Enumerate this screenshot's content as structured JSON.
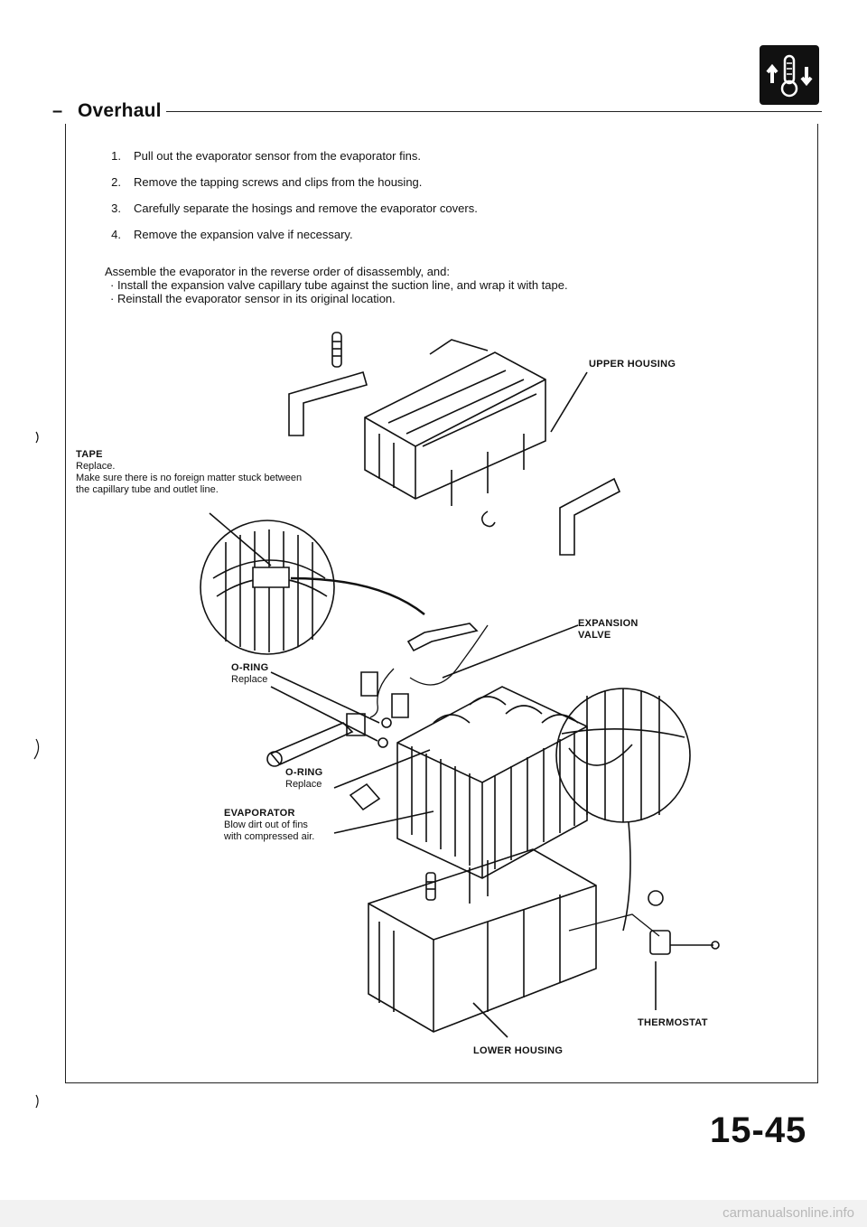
{
  "header": {
    "title": "Overhaul",
    "dash": "–"
  },
  "steps": [
    {
      "num": "1.",
      "text": "Pull out the evaporator sensor from the evaporator fins."
    },
    {
      "num": "2.",
      "text": "Remove the tapping screws and clips from the housing."
    },
    {
      "num": "3.",
      "text": "Carefully separate the hosings and remove the evaporator covers."
    },
    {
      "num": "4.",
      "text": "Remove the expansion valve if necessary."
    }
  ],
  "assembly": {
    "intro": "Assemble the evaporator in the reverse order of disassembly, and:",
    "bullets": [
      "· Install the expansion valve capillary tube against the suction line, and wrap it with tape.",
      "· Reinstall the evaporator sensor in its original location."
    ]
  },
  "labels": {
    "upper_housing": "UPPER HOUSING",
    "tape": {
      "title": "TAPE",
      "line1": "Replace.",
      "line2": "Make sure there is no foreign matter stuck between",
      "line3": "the capillary tube and outlet line."
    },
    "expansion_valve": {
      "line1": "EXPANSION",
      "line2": "VALVE"
    },
    "oring_upper": {
      "title": "O-RING",
      "note": "Replace"
    },
    "oring_lower": {
      "title": "O-RING",
      "note": "Replace"
    },
    "evaporator": {
      "title": "EVAPORATOR",
      "line1": "Blow dirt out of fins",
      "line2": "with compressed air."
    },
    "thermostat": "THERMOSTAT",
    "lower_housing": "LOWER HOUSING"
  },
  "page_number": "15-45",
  "watermark": "carmanualsonline.info"
}
